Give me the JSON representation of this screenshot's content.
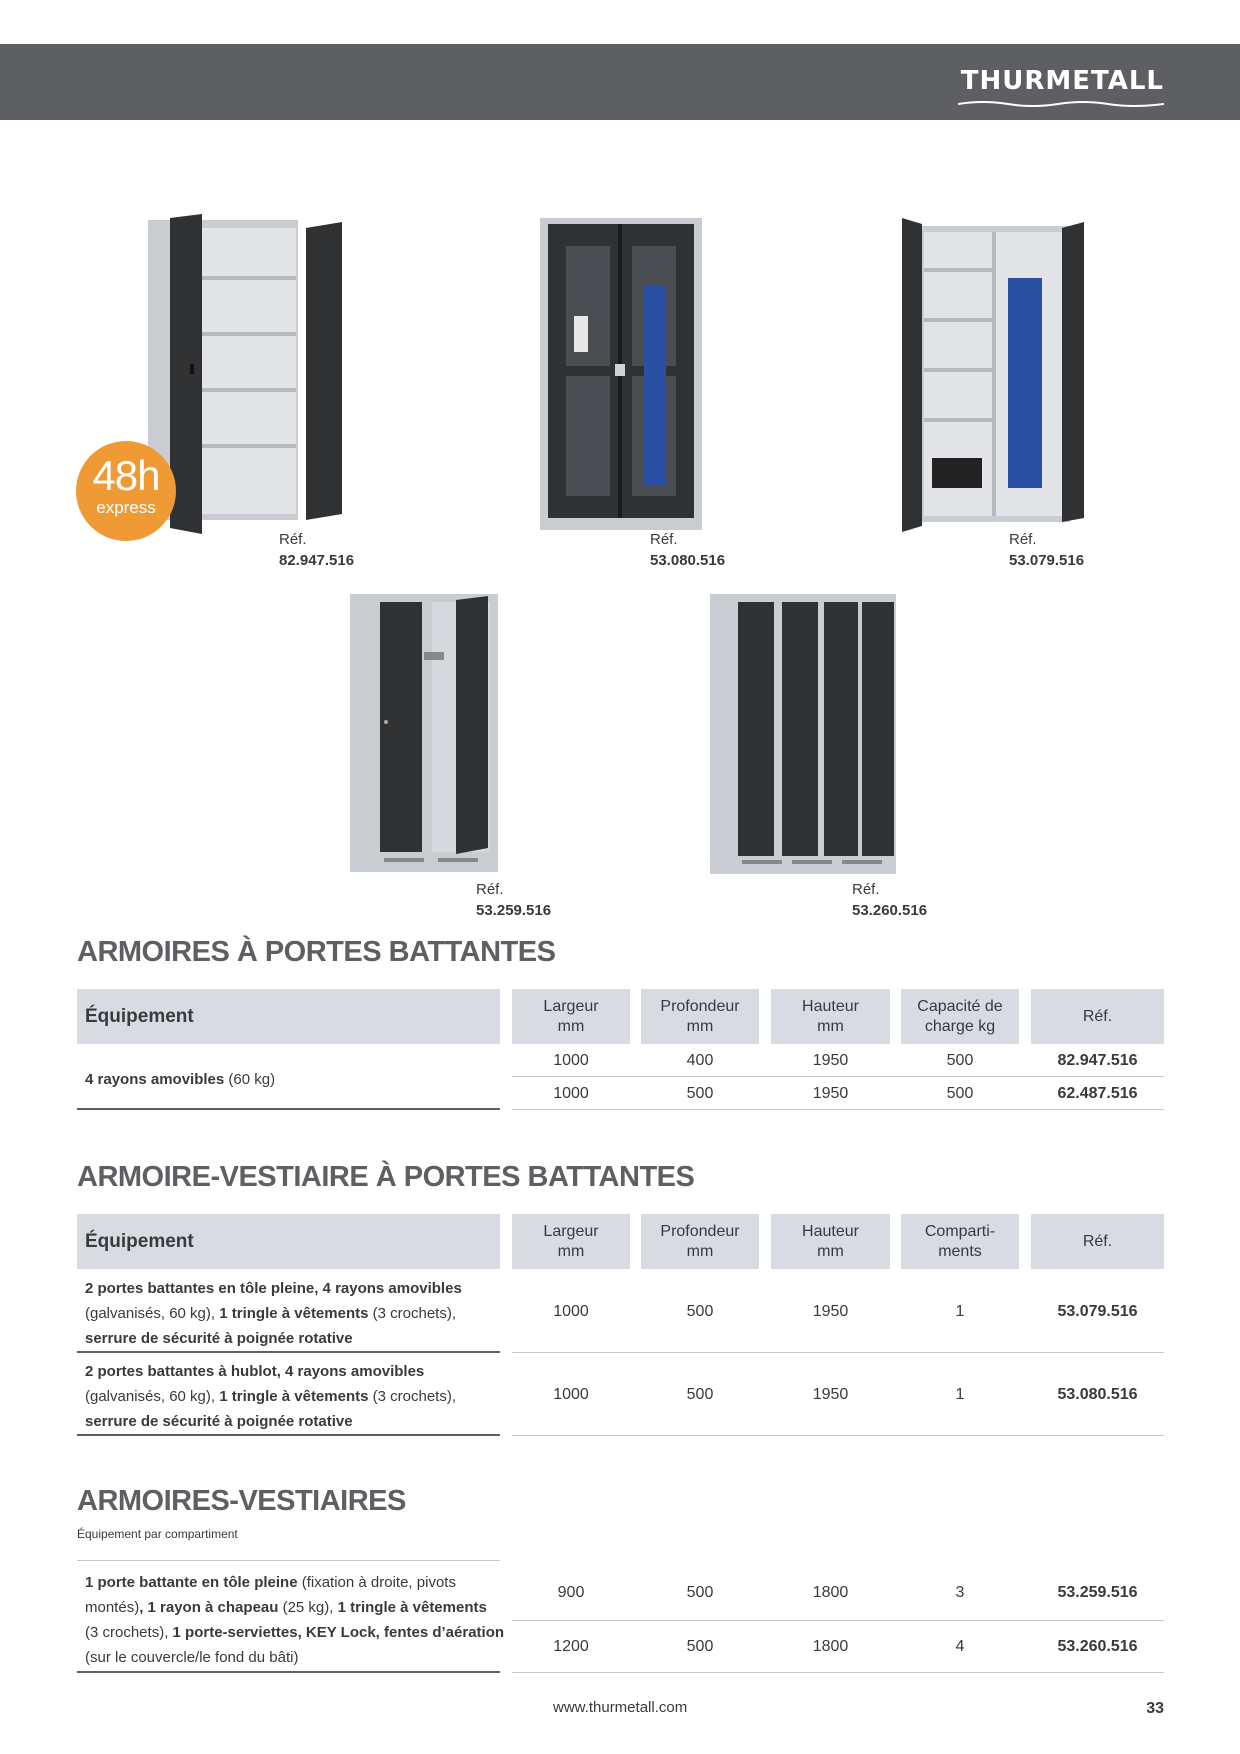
{
  "brand": "THURMETALL",
  "badge": {
    "big": "48h",
    "small": "express"
  },
  "products": [
    {
      "ref_label": "Réf.",
      "ref_number": "82.947.516"
    },
    {
      "ref_label": "Réf.",
      "ref_number": "53.080.516"
    },
    {
      "ref_label": "Réf.",
      "ref_number": "53.079.516"
    },
    {
      "ref_label": "Réf.",
      "ref_number": "53.259.516"
    },
    {
      "ref_label": "Réf.",
      "ref_number": "53.260.516"
    }
  ],
  "table1": {
    "title": "ARMOIRES À PORTES BATTANTES",
    "headers": [
      "Équipement",
      "Largeur\nmm",
      "Profondeur\nmm",
      "Hauteur\nmm",
      "Capacité de\ncharge kg",
      "Réf."
    ],
    "desc_bold": "4 rayons amovibles",
    "desc_rest": " (60 kg)",
    "rows": [
      [
        "1000",
        "400",
        "1950",
        "500",
        "82.947.516"
      ],
      [
        "1000",
        "500",
        "1950",
        "500",
        "62.487.516"
      ]
    ]
  },
  "table2": {
    "title": "ARMOIRE-VESTIAIRE À PORTES BATTANTES",
    "headers": [
      "Équipement",
      "Largeur\nmm",
      "Profondeur\nmm",
      "Hauteur\nmm",
      "Comparti-\nments",
      "Réf."
    ],
    "rows": [
      {
        "l1": "2 portes battantes en tôle pleine, 4 rayons amovibles",
        "l2a": "(galvanisés, 60 kg), ",
        "l2b": "1 tringle à vêtements",
        "l2c": " (3 crochets),",
        "l3": "serrure de sécurité à poignée rotative",
        "values": [
          "1000",
          "500",
          "1950",
          "1",
          "53.079.516"
        ]
      },
      {
        "l1": "2 portes battantes à hublot, 4 rayons amovibles",
        "l2a": "(galvanisés, 60 kg), ",
        "l2b": "1 tringle à vêtements",
        "l2c": " (3 crochets),",
        "l3": "serrure de sécurité à poignée rotative",
        "values": [
          "1000",
          "500",
          "1950",
          "1",
          "53.080.516"
        ]
      }
    ]
  },
  "table3": {
    "title": "ARMOIRES-VESTIAIRES",
    "subnote": "Équipement par compartiment",
    "desc": {
      "a": "1 porte battante en tôle pleine",
      "b": " (fixation à droite, pivots",
      "c": "montés)",
      "d": ", 1 rayon à chapeau",
      "e": " (25 kg), ",
      "f": "1 tringle à vêtements",
      "g": "(3 crochets), ",
      "h": "1 porte-serviettes, KEY Lock, fentes d’aération",
      "i": "(sur le couvercle/le fond du bâti)"
    },
    "rows": [
      [
        "900",
        "500",
        "1800",
        "3",
        "53.259.516"
      ],
      [
        "1200",
        "500",
        "1800",
        "4",
        "53.260.516"
      ]
    ]
  },
  "footer": {
    "url": "www.thurmetall.com",
    "page": "33"
  },
  "colors": {
    "header": "#5d5f62",
    "badge": "#f09a36",
    "table_head": "#d8dbe2",
    "cabinet_door": "#2f3133",
    "cabinet_body": "#c9ccd1"
  }
}
